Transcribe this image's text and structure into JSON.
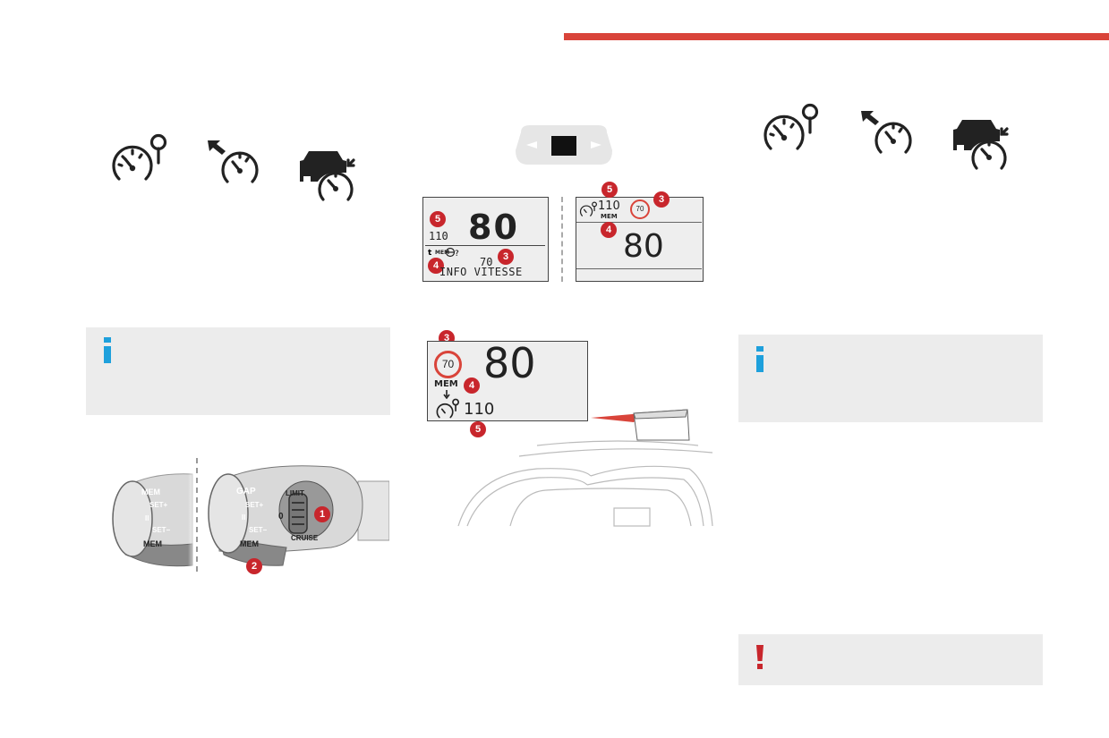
{
  "colors": {
    "accent_red": "#d9443a",
    "badge_red": "#c8262c",
    "info_blue": "#1ea0dc",
    "panel_grey": "#ececec"
  },
  "icons": {
    "left_row": [
      "speed-limiter-icon",
      "cruise-control-icon",
      "adaptive-cruise-icon"
    ],
    "right_row": [
      "speed-limiter-icon",
      "cruise-control-icon",
      "adaptive-cruise-icon"
    ],
    "info_boxes": [
      "info-icon",
      "info-icon"
    ],
    "warning_box": "warning-icon"
  },
  "display_a": {
    "badge_5": "5",
    "limit_value": "110",
    "speed": "80",
    "mem_label": "MEM",
    "sign_value": "70",
    "badge_3": "3",
    "badge_4": "4",
    "message": "INFO VITESSE"
  },
  "display_b": {
    "badge_5": "5",
    "limit_value": "110",
    "mem_label": "MEM",
    "sign_value": "70",
    "badge_3": "3",
    "badge_4": "4",
    "speed": "80"
  },
  "display_hud": {
    "badge_3": "3",
    "sign_value": "70",
    "speed": "80",
    "mem_label": "MEM",
    "badge_4": "4",
    "limit_value": "110",
    "badge_5": "5"
  },
  "lever": {
    "left": {
      "mem_top": "MEM",
      "set_plus": "SET+",
      "set_minus": "SET−",
      "mem_bottom": "MEM"
    },
    "right": {
      "gap": "GAP",
      "set_plus": "SET+",
      "set_minus": "SET−",
      "mem": "MEM",
      "limit": "LIMIT",
      "zero": "0",
      "cruise": "CRUISE",
      "badge_1": "1",
      "badge_2": "2"
    }
  }
}
